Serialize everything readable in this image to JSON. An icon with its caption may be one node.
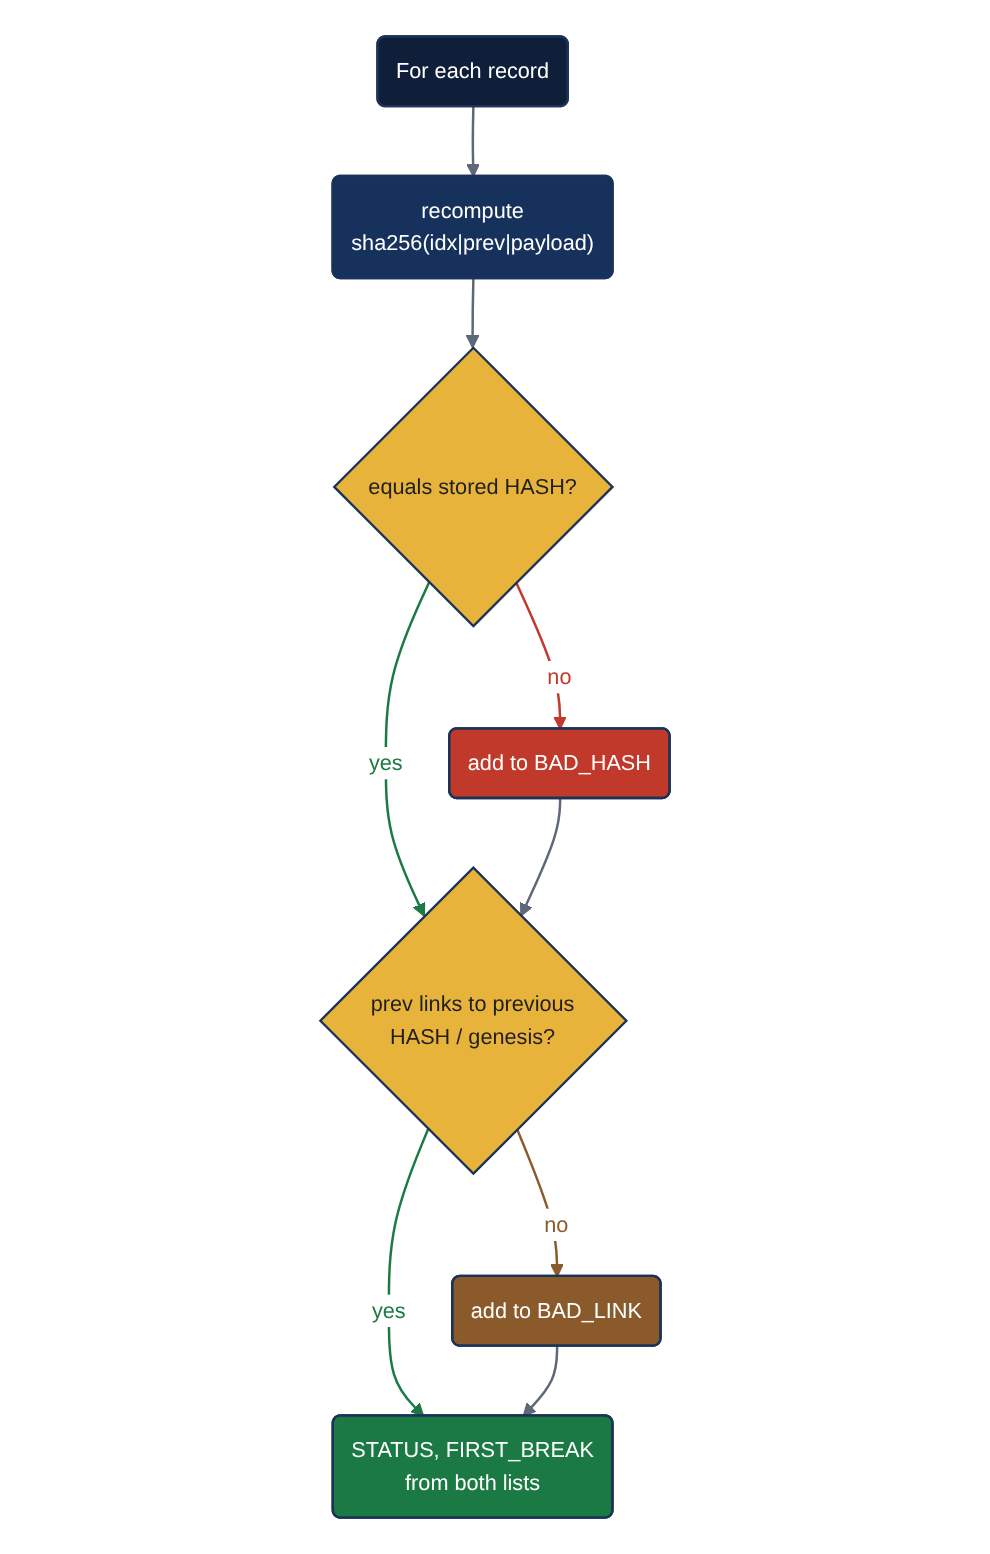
{
  "diagram": {
    "nodes": [
      {
        "text": [
          "For each record"
        ]
      },
      {
        "text": [
          "recompute sha256(idx|prev|payload)"
        ]
      },
      {
        "text": [
          "equals stored HASH?"
        ]
      },
      {
        "text": [
          "add to BAD_HASH"
        ]
      },
      {
        "text": [
          "prev links to previous HASH / genesis?"
        ]
      },
      {
        "text": [
          "add to BAD_LINK"
        ]
      },
      {
        "text": [
          "STATUS, FIRST_BREAK from both lists"
        ]
      }
    ],
    "edges": [
      {
        "from": 0,
        "to": 1,
        "arrow": "to"
      },
      {
        "from": 1,
        "to": 2,
        "arrow": "to"
      },
      {
        "from": 2,
        "to": 3,
        "arrow": "to",
        "label": "no",
        "color": "#c0392b"
      },
      {
        "from": 2,
        "to": 4,
        "arrow": "to",
        "label": "yes",
        "color": "#1b7a43"
      },
      {
        "from": 3,
        "to": 4,
        "arrow": "to"
      },
      {
        "from": 4,
        "to": 5,
        "arrow": "to",
        "label": "no",
        "color": "#8b5a2b"
      },
      {
        "from": 4,
        "to": 6,
        "arrow": "to",
        "label": "yes",
        "color": "#1b7a43"
      },
      {
        "from": 5,
        "to": 6,
        "arrow": "to"
      }
    ]
  }
}
